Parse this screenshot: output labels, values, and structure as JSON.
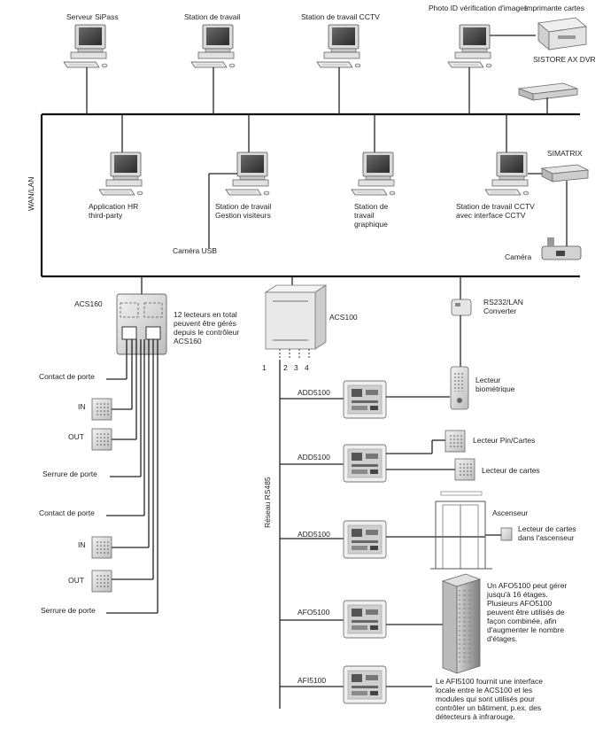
{
  "workstations_top": [
    {
      "label": "Serveur SiPass"
    },
    {
      "label": "Station de travail"
    },
    {
      "label": "Station de travail CCTV"
    },
    {
      "label": "Photo ID vérification d'images"
    }
  ],
  "printer_label": "Imprimante cartes",
  "dvr_label": "SISTORE AX DVR",
  "bus_label": "WAN/LAN",
  "workstations_mid": [
    {
      "label_lines": [
        "Application HR",
        "third-party"
      ]
    },
    {
      "label_lines": [
        "Station de travail",
        "Gestion visiteurs"
      ]
    },
    {
      "label_lines": [
        "Station de",
        "travail",
        "graphique"
      ]
    },
    {
      "label_lines": [
        "Station de travail CCTV",
        "avec interface CCTV"
      ]
    }
  ],
  "usb_camera_label": "Caméra USB",
  "simatrix_label": "SIMATRIX",
  "camera_label": "Caméra",
  "acs160_label": "ACS160",
  "acs160_note_lines": [
    "12 lecteurs en total",
    "peuvent être gérés",
    "depuis le contrôleur",
    "ACS160"
  ],
  "acs100_label": "ACS100",
  "acs100_ports": [
    "1",
    "2",
    "3",
    "4"
  ],
  "converter_lines": [
    "RS232/LAN",
    "Converter"
  ],
  "left_items": [
    {
      "label": "Contact de porte",
      "kind": "line"
    },
    {
      "label": "IN",
      "kind": "reader"
    },
    {
      "label": "OUT",
      "kind": "reader"
    },
    {
      "label": "Serrure de porte",
      "kind": "line"
    },
    {
      "label": "Contact de porte",
      "kind": "line"
    },
    {
      "label": "IN",
      "kind": "reader"
    },
    {
      "label": "OUT",
      "kind": "reader"
    },
    {
      "label": "Serrure de porte",
      "kind": "line"
    }
  ],
  "rs485_label": "Réseau RS485",
  "modules": [
    {
      "label": "ADD5100"
    },
    {
      "label": "ADD5100"
    },
    {
      "label": "ADD5100"
    },
    {
      "label": "AFO5100"
    },
    {
      "label": "AFI5100"
    }
  ],
  "biometric_lines": [
    "Lecteur",
    "biométrique"
  ],
  "pin_reader_label": "Lecteur Pin/Cartes",
  "card_reader_label": "Lecteur de cartes",
  "elevator_label": "Ascenseur",
  "elevator_reader_lines": [
    "Lecteur de cartes",
    "dans l'ascenseur"
  ],
  "afo_note_lines": [
    "Un AFO5100 peut gérer",
    "jusqu'à 16 étages.",
    "Plusieurs AFO5100",
    "peuvent être utilisés de",
    "façon combinée, afin",
    "d'augmenter le nombre",
    "d'étages."
  ],
  "afi_note_lines": [
    "Le AFI5100 fournit une interface",
    "locale entre le ACS100 et les",
    "modules qui sont utilisés pour",
    "contrôler un bâtiment, p.ex. des",
    "détecteurs à infrarouge."
  ]
}
